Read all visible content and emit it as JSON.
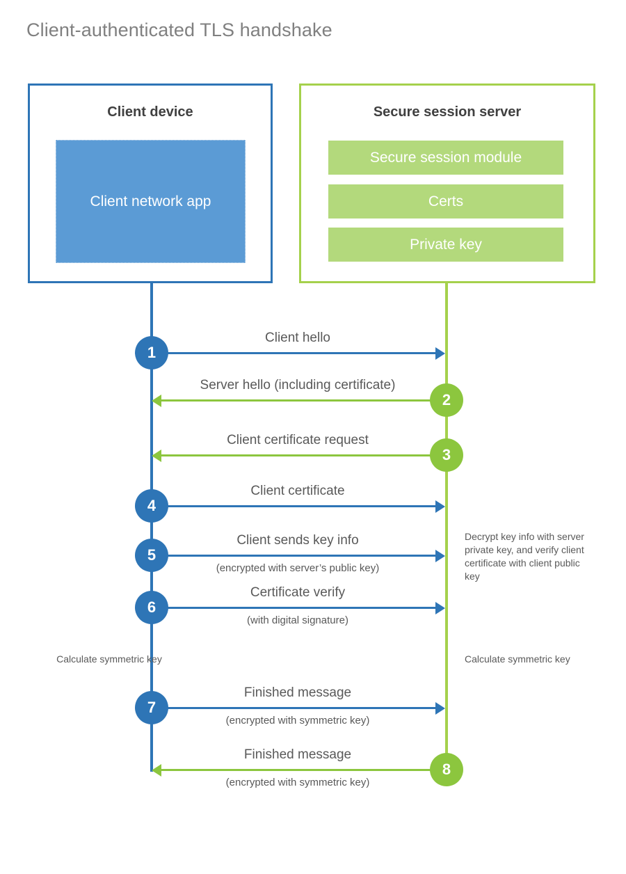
{
  "title": "Client-authenticated TLS handshake",
  "colors": {
    "blue_border": "#2e75b6",
    "blue_fill": "#5b9bd5",
    "green_border": "#a5d14c",
    "green_fill": "#b3d97c",
    "green_arrow": "#8cc63e",
    "title_gray": "#808080",
    "text_gray": "#595959"
  },
  "client": {
    "title": "Client device",
    "app_label": "Client network app"
  },
  "server": {
    "title": "Secure session server",
    "modules": [
      "Secure session module",
      "Certs",
      "Private key"
    ]
  },
  "steps": [
    {
      "number": "1",
      "label": "Client hello",
      "sublabel": "",
      "direction": "client-to-server",
      "color": "blue"
    },
    {
      "number": "2",
      "label": "Server hello (including certificate)",
      "sublabel": "",
      "direction": "server-to-client",
      "color": "green"
    },
    {
      "number": "3",
      "label": "Client certificate request",
      "sublabel": "",
      "direction": "server-to-client",
      "color": "green"
    },
    {
      "number": "4",
      "label": "Client certificate",
      "sublabel": "",
      "direction": "client-to-server",
      "color": "blue"
    },
    {
      "number": "5",
      "label": "Client sends key info",
      "sublabel": "(encrypted with server’s public key)",
      "direction": "client-to-server",
      "color": "blue"
    },
    {
      "number": "6",
      "label": "Certificate verify",
      "sublabel": "(with digital signature)",
      "direction": "client-to-server",
      "color": "blue"
    },
    {
      "number": "7",
      "label": "Finished message",
      "sublabel": "(encrypted with symmetric key)",
      "direction": "client-to-server",
      "color": "blue"
    },
    {
      "number": "8",
      "label": "Finished message",
      "sublabel": "(encrypted with symmetric key)",
      "direction": "server-to-client",
      "color": "green"
    }
  ],
  "notes": {
    "server_decrypt": "Decrypt key info with server private key, and verify client certificate with client public key",
    "client_symmetric": "Calculate symmetric key",
    "server_symmetric": "Calculate symmetric key"
  }
}
